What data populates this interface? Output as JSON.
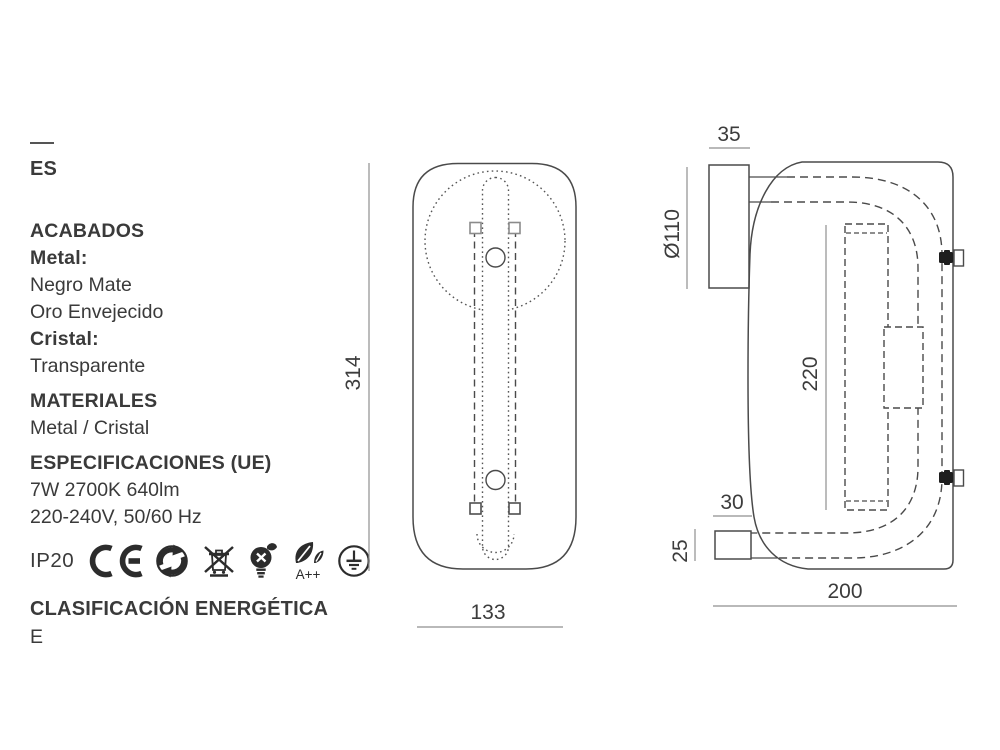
{
  "left_panel": {
    "language": "ES",
    "finishes": {
      "title": "ACABADOS",
      "metal_label": "Metal:",
      "metal_finish_1": "Negro Mate",
      "metal_finish_2": "Oro Envejecido",
      "glass_label": "Cristal:",
      "glass_finish": "Transparente"
    },
    "materials": {
      "title": "MATERIALES",
      "value": "Metal / Cristal"
    },
    "specs": {
      "title": "ESPECIFICACIONES (UE)",
      "line_1": "7W 2700K 640lm",
      "line_2": "220-240V, 50/60 Hz"
    },
    "certifications": {
      "ip_rating": "IP20",
      "icons": [
        "ce-mark",
        "green-dot-recycle",
        "weee-crossed-bin",
        "eco-bulb",
        "energy-leaf",
        "earth-ground"
      ],
      "energy_leaf_label": "A++"
    },
    "energy_class": {
      "title": "CLASIFICACIÓN ENERGÉTICA",
      "value": "E"
    }
  },
  "front_view": {
    "height_mm": "314",
    "width_mm": "133"
  },
  "side_view": {
    "bracket_width_mm": "35",
    "plate_diameter_mm": "Ø110",
    "tube_length_mm": "220",
    "lower_bracket_width_mm": "30",
    "lower_bracket_height_mm": "25",
    "depth_mm": "200"
  },
  "colors": {
    "background": "#ffffff",
    "line": "#4a4a4a",
    "dim_line": "#8f8f8f",
    "text": "#3a3a3a",
    "screw_fill": "#1e1e1e"
  }
}
